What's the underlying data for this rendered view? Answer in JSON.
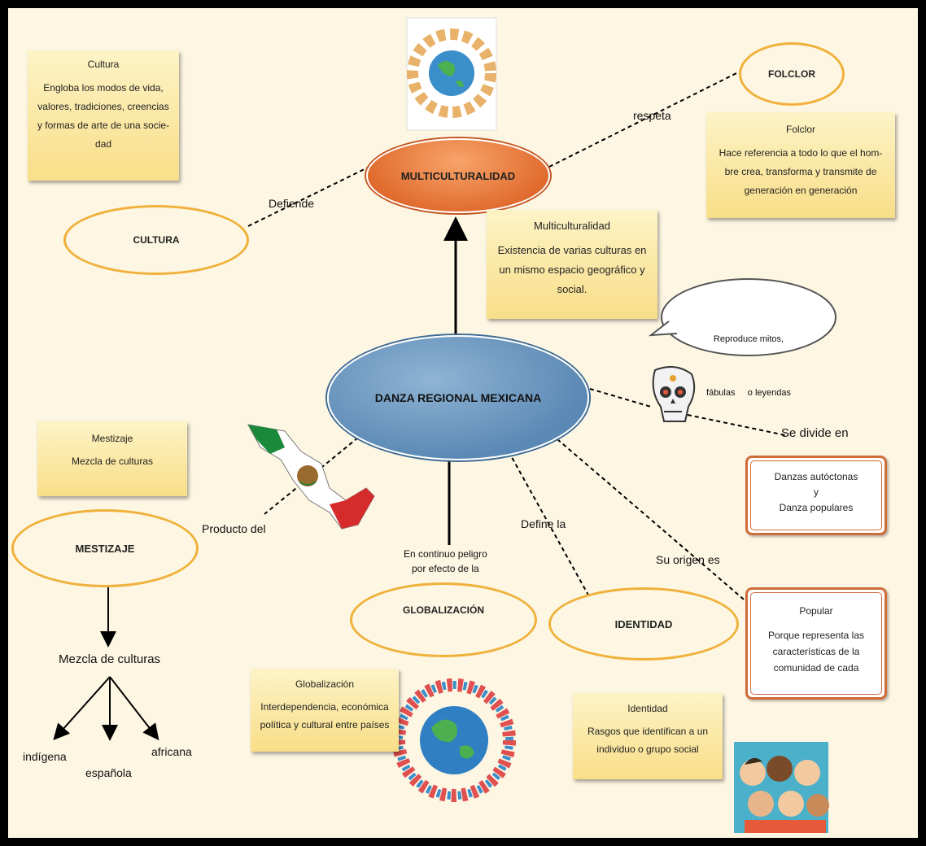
{
  "center": "DANZA REGIONAL MEXICANA",
  "multiculturalidad": "MULTICULTURALIDAD",
  "nodes": {
    "cultura_oval": "CULTURA",
    "folclor_oval": "FOLCLOR",
    "mestizaje_oval": "MESTIZAJE",
    "globalizacion_oval": "GLOBALIZACIÓN",
    "identidad_oval": "IDENTIDAD"
  },
  "notes": {
    "cultura": {
      "title": "Cultura",
      "body": "Engloba los modos de vida, valores, tradiciones, creencias y formas de arte de una socie-dad"
    },
    "folclor": {
      "title": "Folclor",
      "body": "Hace referencia a todo lo que el hom-bre crea, transforma y transmite de generación en generación"
    },
    "multiculturalidad": {
      "title": "Multiculturalidad",
      "body": "Existencia de varias culturas en un mismo espacio geográfico y social."
    },
    "mestizaje": {
      "title": "Mestizaje",
      "body": "Mezcla de culturas"
    },
    "globalizacion": {
      "title": "Globalización",
      "body": "Interdependencia, económica política y cultural entre países"
    },
    "identidad": {
      "title": "Identidad",
      "body": "Rasgos que identifican a un individuo o grupo social"
    }
  },
  "speech_bubble": {
    "line1": "Reproduce mitos,",
    "line2": "fábulas     o leyendas"
  },
  "labels": {
    "defiende": "Defiende",
    "respeta": "respeta",
    "se_divide_en": "Se divide en",
    "producto_del": "Producto del",
    "en_continuo_1": "En continuo peligro",
    "en_continuo_2": "por efecto de la",
    "define_la": "Define la",
    "su_origen_es": "Su origen es"
  },
  "danzas_box": {
    "line1": "Danzas autóctonas",
    "line2": "y",
    "line3": "Danza populares"
  },
  "popular_box": {
    "title": "Popular",
    "body": "Porque representa las características de la comunidad de cada"
  },
  "mezcla": {
    "title": "Mezcla de culturas",
    "a": "indígena",
    "b": "española",
    "c": "africana"
  }
}
